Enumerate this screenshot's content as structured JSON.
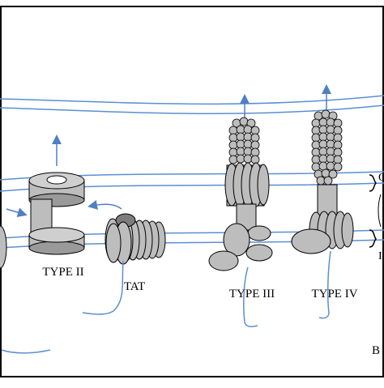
{
  "labels": {
    "type_ii": "TYPE II",
    "tat": "TAT",
    "type_iii": "TYPE III",
    "type_iv": "TYPE IV",
    "corner_letter": "B",
    "om_partial": "O",
    "im_partial": "I"
  },
  "colors": {
    "membrane_line": "#5b8fd1",
    "arrow": "#4f7fc5",
    "protein_fill": "#bdbdbd",
    "protein_dark": "#7d7d7d",
    "outline": "#000000",
    "frame": "#000000"
  }
}
